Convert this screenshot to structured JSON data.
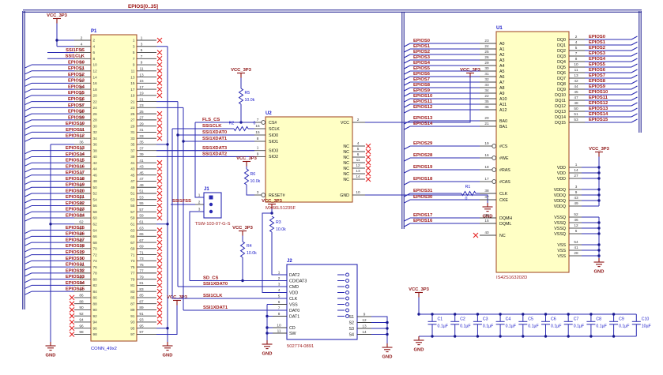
{
  "bus": {
    "label": "EPIOS[0..35]"
  },
  "power": {
    "vcc": "VCC_3P3",
    "gnd": "GND"
  },
  "resistors": {
    "R1": "0",
    "R2": "0",
    "R3": "10.0k",
    "R4": "10.0k",
    "R5": "10.0k",
    "R6": "10.0k"
  },
  "p1": {
    "refdes": "P1",
    "part": "CONN_49x2",
    "left": [
      {
        "n": "2",
        "t": "vcc"
      },
      {
        "n": "4",
        "t": "vcc"
      },
      {
        "n": "6",
        "t": "sig",
        "l": "SSI1FSS"
      },
      {
        "n": "8",
        "t": "sig",
        "l": "SSI1CLK"
      },
      {
        "n": "10",
        "t": "bus",
        "l": "EPIOS0"
      },
      {
        "n": "12",
        "t": "bus",
        "l": "EPIOS1"
      },
      {
        "n": "14",
        "t": "bus",
        "l": "EPIOS2"
      },
      {
        "n": "16",
        "t": "bus",
        "l": "EPIOS3"
      },
      {
        "n": "18",
        "t": "bus",
        "l": "EPIOS4"
      },
      {
        "n": "20",
        "t": "bus",
        "l": "EPIOS5"
      },
      {
        "n": "22",
        "t": "bus",
        "l": "EPIOS6"
      },
      {
        "n": "24",
        "t": "bus",
        "l": "EPIOS7"
      },
      {
        "n": "26",
        "t": "bus",
        "l": "EPIOS8"
      },
      {
        "n": "28",
        "t": "bus",
        "l": "EPIOS9"
      },
      {
        "n": "30",
        "t": "bus",
        "l": "EPIOS10"
      },
      {
        "n": "32",
        "t": "bus",
        "l": "EPIOS11"
      },
      {
        "n": "34",
        "t": "bus",
        "l": "EPIOS12"
      },
      {
        "n": "36",
        "t": "gnd"
      },
      {
        "n": "38",
        "t": "bus",
        "l": "EPIOS13"
      },
      {
        "n": "40",
        "t": "bus",
        "l": "EPIOS14"
      },
      {
        "n": "42",
        "t": "bus",
        "l": "EPIOS15"
      },
      {
        "n": "44",
        "t": "bus",
        "l": "EPIOS16"
      },
      {
        "n": "46",
        "t": "bus",
        "l": "EPIOS17"
      },
      {
        "n": "48",
        "t": "bus",
        "l": "EPIOS18"
      },
      {
        "n": "50",
        "t": "bus",
        "l": "EPIOS19"
      },
      {
        "n": "52",
        "t": "bus",
        "l": "EPIOS20"
      },
      {
        "n": "54",
        "t": "bus",
        "l": "EPIOS21"
      },
      {
        "n": "56",
        "t": "bus",
        "l": "EPIOS22"
      },
      {
        "n": "58",
        "t": "bus",
        "l": "EPIOS23"
      },
      {
        "n": "60",
        "t": "bus",
        "l": "EPIOS24"
      },
      {
        "n": "62",
        "t": "gnd"
      },
      {
        "n": "64",
        "t": "bus",
        "l": "EPIOS25"
      },
      {
        "n": "66",
        "t": "bus",
        "l": "EPIOS26"
      },
      {
        "n": "68",
        "t": "bus",
        "l": "EPIOS27"
      },
      {
        "n": "70",
        "t": "bus",
        "l": "EPIOS28"
      },
      {
        "n": "72",
        "t": "bus",
        "l": "EPIOS29"
      },
      {
        "n": "74",
        "t": "bus",
        "l": "EPIOS30"
      },
      {
        "n": "76",
        "t": "bus",
        "l": "EPIOS31"
      },
      {
        "n": "78",
        "t": "bus",
        "l": "EPIOS32"
      },
      {
        "n": "80",
        "t": "bus",
        "l": "EPIOS33"
      },
      {
        "n": "82",
        "t": "bus",
        "l": "EPIOS34"
      },
      {
        "n": "84",
        "t": "bus",
        "l": "EPIOS35"
      },
      {
        "n": "86",
        "t": "x"
      },
      {
        "n": "88",
        "t": "x"
      },
      {
        "n": "90",
        "t": "x"
      },
      {
        "n": "92",
        "t": "x"
      },
      {
        "n": "94",
        "t": "x"
      },
      {
        "n": "96",
        "t": "x"
      },
      {
        "n": "98",
        "t": "x"
      }
    ],
    "right": [
      {
        "n": "1",
        "t": "x"
      },
      {
        "n": "3",
        "t": "gnd"
      },
      {
        "n": "5",
        "t": "x"
      },
      {
        "n": "7",
        "t": "x"
      },
      {
        "n": "9",
        "t": "x"
      },
      {
        "n": "11",
        "t": "x"
      },
      {
        "n": "13",
        "t": "x"
      },
      {
        "n": "15",
        "t": "x"
      },
      {
        "n": "17",
        "t": "x"
      },
      {
        "n": "19",
        "t": "x"
      },
      {
        "n": "21",
        "t": "route"
      },
      {
        "n": "23",
        "t": "route"
      },
      {
        "n": "25",
        "t": "x"
      },
      {
        "n": "27",
        "t": "x"
      },
      {
        "n": "29",
        "t": "x"
      },
      {
        "n": "31",
        "t": "x"
      },
      {
        "n": "33",
        "t": "x"
      },
      {
        "n": "35",
        "t": "gnd"
      },
      {
        "n": "37",
        "t": "route"
      },
      {
        "n": "39",
        "t": "route"
      },
      {
        "n": "41",
        "t": "x"
      },
      {
        "n": "43",
        "t": "x"
      },
      {
        "n": "45",
        "t": "x"
      },
      {
        "n": "47",
        "t": "x"
      },
      {
        "n": "49",
        "t": "x"
      },
      {
        "n": "51",
        "t": "x"
      },
      {
        "n": "53",
        "t": "x"
      },
      {
        "n": "55",
        "t": "x"
      },
      {
        "n": "57",
        "t": "x"
      },
      {
        "n": "59",
        "t": "x"
      },
      {
        "n": "61",
        "t": "gnd"
      },
      {
        "n": "63",
        "t": "x"
      },
      {
        "n": "65",
        "t": "x"
      },
      {
        "n": "67",
        "t": "x"
      },
      {
        "n": "69",
        "t": "x"
      },
      {
        "n": "71",
        "t": "x"
      },
      {
        "n": "73",
        "t": "x"
      },
      {
        "n": "75",
        "t": "x"
      },
      {
        "n": "77",
        "t": "x"
      },
      {
        "n": "79",
        "t": "x"
      },
      {
        "n": "81",
        "t": "x"
      },
      {
        "n": "83",
        "t": "x"
      },
      {
        "n": "85",
        "t": "x"
      },
      {
        "n": "87",
        "t": "x"
      },
      {
        "n": "89",
        "t": "x"
      },
      {
        "n": "91",
        "t": "x"
      },
      {
        "n": "93",
        "t": "x"
      },
      {
        "n": "95",
        "t": "gnd"
      },
      {
        "n": "97",
        "t": "vcc"
      }
    ]
  },
  "u2": {
    "refdes": "U2",
    "part": "MX66L51235F",
    "left": [
      {
        "n": "7",
        "name": "CS#",
        "sig": "FLS_CS",
        "bubble": true
      },
      {
        "n": "16",
        "name": "SCLK",
        "sig": "SSI1CLK"
      },
      {
        "n": "15",
        "name": "SIO0",
        "sig": "SSI1XDAT0"
      },
      {
        "n": "8",
        "name": "SIO1",
        "sig": "SSI1XDAT1"
      },
      {
        "n": "1",
        "name": "SIO3",
        "sig": "SSI1XDAT3"
      },
      {
        "n": "9",
        "name": "SIO2",
        "sig": "SSI1XDAT2"
      },
      {
        "n": "3",
        "name": "RESET#",
        "bubble": true
      }
    ],
    "right": [
      {
        "n": "2",
        "name": "VCC"
      },
      {
        "n": "4",
        "name": "NC",
        "nc": true
      },
      {
        "n": "5",
        "name": "NC",
        "nc": true
      },
      {
        "n": "6",
        "name": "NC",
        "nc": true
      },
      {
        "n": "11",
        "name": "NC",
        "nc": true
      },
      {
        "n": "12",
        "name": "NC",
        "nc": true
      },
      {
        "n": "13",
        "name": "NC",
        "nc": true
      },
      {
        "n": "14",
        "name": "NC",
        "nc": true
      },
      {
        "n": "10",
        "name": "GND"
      }
    ]
  },
  "j1": {
    "refdes": "J1",
    "part": "TSW-103-07-G-S",
    "pins": [
      "1",
      "2",
      "3"
    ],
    "sig": "SSI1FSS"
  },
  "j2": {
    "refdes": "J2",
    "part": "502774-0891",
    "left": [
      {
        "n": "1",
        "name": "DAT2"
      },
      {
        "n": "2",
        "name": "CD/DAT3",
        "sig": "SD_CS"
      },
      {
        "n": "3",
        "name": "CMD",
        "sig": "SSI1XDAT0"
      },
      {
        "n": "4",
        "name": "VDD"
      },
      {
        "n": "5",
        "name": "CLK",
        "sig": "SSI1CLK"
      },
      {
        "n": "6",
        "name": "VSS"
      },
      {
        "n": "7",
        "name": "DAT0",
        "sig": "SSI1XDAT1"
      },
      {
        "n": "8",
        "name": "DAT1"
      },
      {
        "n": "10",
        "name": "CD"
      },
      {
        "n": "11",
        "name": "SW"
      }
    ],
    "switch": [
      {
        "n": "9",
        "name": "S1"
      },
      {
        "n": "12",
        "name": "S2"
      },
      {
        "n": "13",
        "name": "S3"
      },
      {
        "n": "14",
        "name": "S4"
      }
    ]
  },
  "u1": {
    "refdes": "U1",
    "part": "IS42S163202D",
    "left": [
      {
        "n": "23",
        "name": "A0",
        "sig": "EPIOS0"
      },
      {
        "n": "24",
        "name": "A1",
        "sig": "EPIOS1"
      },
      {
        "n": "25",
        "name": "A2",
        "sig": "EPIOS2"
      },
      {
        "n": "26",
        "name": "A3",
        "sig": "EPIOS3"
      },
      {
        "n": "29",
        "name": "A4",
        "sig": "EPIOS4"
      },
      {
        "n": "30",
        "name": "A5",
        "sig": "EPIOS5"
      },
      {
        "n": "31",
        "name": "A6",
        "sig": "EPIOS6"
      },
      {
        "n": "32",
        "name": "A7",
        "sig": "EPIOS7"
      },
      {
        "n": "33",
        "name": "A8",
        "sig": "EPIOS8"
      },
      {
        "n": "34",
        "name": "A9",
        "sig": "EPIOS9"
      },
      {
        "n": "22",
        "name": "A10",
        "sig": "EPIOS10"
      },
      {
        "n": "35",
        "name": "A11",
        "sig": "EPIOS11"
      },
      {
        "n": "36",
        "name": "A12",
        "sig": "EPIOS12"
      },
      {
        "n": "20",
        "name": "BA0",
        "sig": "EPIOS13"
      },
      {
        "n": "21",
        "name": "BA1",
        "sig": "EPIOS14"
      },
      {
        "n": "19",
        "name": "#CS",
        "sig": "EPIOS29",
        "bubble": true
      },
      {
        "n": "16",
        "name": "#WE",
        "sig": "EPIOS28",
        "bubble": true
      },
      {
        "n": "18",
        "name": "#RAS",
        "sig": "EPIOS19",
        "bubble": true
      },
      {
        "n": "17",
        "name": "#CAS",
        "sig": "EPIOS18",
        "bubble": true
      },
      {
        "n": "38",
        "name": "CLK",
        "sig": "EPIOS31",
        "res": "R1"
      },
      {
        "n": "37",
        "name": "CKE",
        "sig": "EPIOS30"
      },
      {
        "n": "39",
        "name": "DQMH",
        "sig": "EPIOS17"
      },
      {
        "n": "15",
        "name": "DQML",
        "sig": "EPIOS16"
      },
      {
        "n": "40",
        "name": "NC",
        "nc": true
      }
    ],
    "right_dq": [
      {
        "n": "2",
        "name": "DQ0",
        "sig": "EPIOS0"
      },
      {
        "n": "4",
        "name": "DQ1",
        "sig": "EPIOS1"
      },
      {
        "n": "5",
        "name": "DQ2",
        "sig": "EPIOS2"
      },
      {
        "n": "7",
        "name": "DQ3",
        "sig": "EPIOS3"
      },
      {
        "n": "8",
        "name": "DQ4",
        "sig": "EPIOS4"
      },
      {
        "n": "10",
        "name": "DQ5",
        "sig": "EPIOS5"
      },
      {
        "n": "11",
        "name": "DQ6",
        "sig": "EPIOS6"
      },
      {
        "n": "13",
        "name": "DQ7",
        "sig": "EPIOS7"
      },
      {
        "n": "42",
        "name": "DQ8",
        "sig": "EPIOS8"
      },
      {
        "n": "44",
        "name": "DQ9",
        "sig": "EPIOS9"
      },
      {
        "n": "45",
        "name": "DQ10",
        "sig": "EPIOS10"
      },
      {
        "n": "47",
        "name": "DQ11",
        "sig": "EPIOS11"
      },
      {
        "n": "48",
        "name": "DQ12",
        "sig": "EPIOS12"
      },
      {
        "n": "50",
        "name": "DQ13",
        "sig": "EPIOS13"
      },
      {
        "n": "51",
        "name": "DQ14",
        "sig": "EPIOS14"
      },
      {
        "n": "53",
        "name": "DQ15",
        "sig": "EPIOS15"
      }
    ],
    "right_power": {
      "vdd": [
        {
          "n": "1",
          "name": "VDD"
        },
        {
          "n": "14",
          "name": "VDD"
        },
        {
          "n": "27",
          "name": "VDD"
        }
      ],
      "vddq": [
        {
          "n": "3",
          "name": "VDDQ"
        },
        {
          "n": "9",
          "name": "VDDQ"
        },
        {
          "n": "43",
          "name": "VDDQ"
        },
        {
          "n": "49",
          "name": "VDDQ"
        }
      ],
      "vssq": [
        {
          "n": "52",
          "name": "VSSQ"
        },
        {
          "n": "46",
          "name": "VSSQ"
        },
        {
          "n": "12",
          "name": "VSSQ"
        },
        {
          "n": "6",
          "name": "VSSQ"
        }
      ],
      "vss": [
        {
          "n": "54",
          "name": "VSS"
        },
        {
          "n": "41",
          "name": "VSS"
        },
        {
          "n": "28",
          "name": "VSS"
        }
      ]
    }
  },
  "caps": [
    {
      "ref": "C1",
      "val": "0.1µF"
    },
    {
      "ref": "C2",
      "val": "0.1µF"
    },
    {
      "ref": "C3",
      "val": "0.1µF"
    },
    {
      "ref": "C4",
      "val": "0.1µF"
    },
    {
      "ref": "C5",
      "val": "0.1µF"
    },
    {
      "ref": "C6",
      "val": "0.1µF"
    },
    {
      "ref": "C7",
      "val": "0.1µF"
    },
    {
      "ref": "C8",
      "val": "0.1µF"
    },
    {
      "ref": "C9",
      "val": "0.1µF"
    },
    {
      "ref": "C10",
      "val": "10µF"
    }
  ]
}
